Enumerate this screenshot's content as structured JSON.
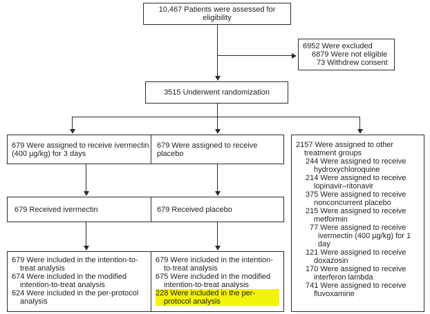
{
  "assessed": "10,467 Patients were assessed for eligibility",
  "excluded": {
    "title": "6952 Were excluded",
    "items": [
      "6879 Were not eligible",
      "73 Withdrew consent"
    ]
  },
  "randomized": "3515 Underwent randomization",
  "ivermectin": {
    "assigned": "679 Were assigned to receive ivermectin (400 µg/kg) for 3 days",
    "received": "679 Received ivermectin",
    "analysis": [
      "679 Were included in the intention-to-treat analysis",
      "674 Were included in the modified intention-to-treat analysis",
      "624 Were included in the per-protocol analysis"
    ]
  },
  "placebo": {
    "assigned": "679 Were assigned to receive placebo",
    "received": "679 Received placebo",
    "analysis": [
      "679 Were included in the intention-to-treat analysis",
      "675 Were included in the modified intention-to-treat analysis",
      "228 Were included in the per-protocol analysis"
    ]
  },
  "other": {
    "title": "2157 Were assigned to other treatment groups",
    "items": [
      "244 Were assigned to receive hydroxychloroquine",
      "214 Were assigned to receive lopinavir–ritonavir",
      "375 Were assigned to receive nonconcurrent placebo",
      "215 Were assigned to receive metformin",
      "77 Were assigned to receive ivermectin (400 µg/kg) for 1 day",
      "121 Were assigned to receive doxazosin",
      "170 Were assigned to receive interferon lambda",
      "741 Were assigned to receive fluvoxamine"
    ]
  },
  "highlight_color": "#f2f20a"
}
